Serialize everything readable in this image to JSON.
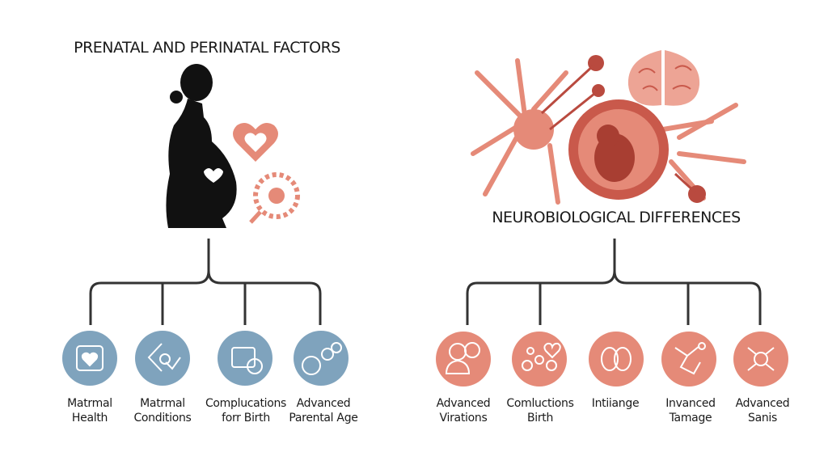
{
  "left": {
    "title": "PRENATAL AND PERINATAL FACTORS",
    "color": "#7fa3bd",
    "items": [
      {
        "line1": "Matrmal",
        "line2": "Health",
        "icon": "medical-bag-heart-icon"
      },
      {
        "line1": "Matrmal",
        "line2": "Conditions",
        "icon": "magnifier-check-icon"
      },
      {
        "line1": "Complucations",
        "line2": "forr Birth",
        "icon": "jar-magnifier-icon"
      },
      {
        "line1": "Advanced",
        "line2": "Parental Age",
        "icon": "chain-gauge-icon"
      }
    ]
  },
  "right": {
    "title": "NEUROBIOLOGICAL DIFFERENCES",
    "color": "#e58a78",
    "items": [
      {
        "line1": "Advanced",
        "line2": "Virations",
        "icon": "people-icon"
      },
      {
        "line1": "Comluctions",
        "line2": "Birth",
        "icon": "molecule-heart-icon"
      },
      {
        "line1": "Intiiange",
        "line2": "",
        "icon": "brain-icon"
      },
      {
        "line1": "Invanced",
        "line2": "Tamage",
        "icon": "network-icon"
      },
      {
        "line1": "Advanced",
        "line2": "Sanis",
        "icon": "cell-icon"
      }
    ]
  }
}
